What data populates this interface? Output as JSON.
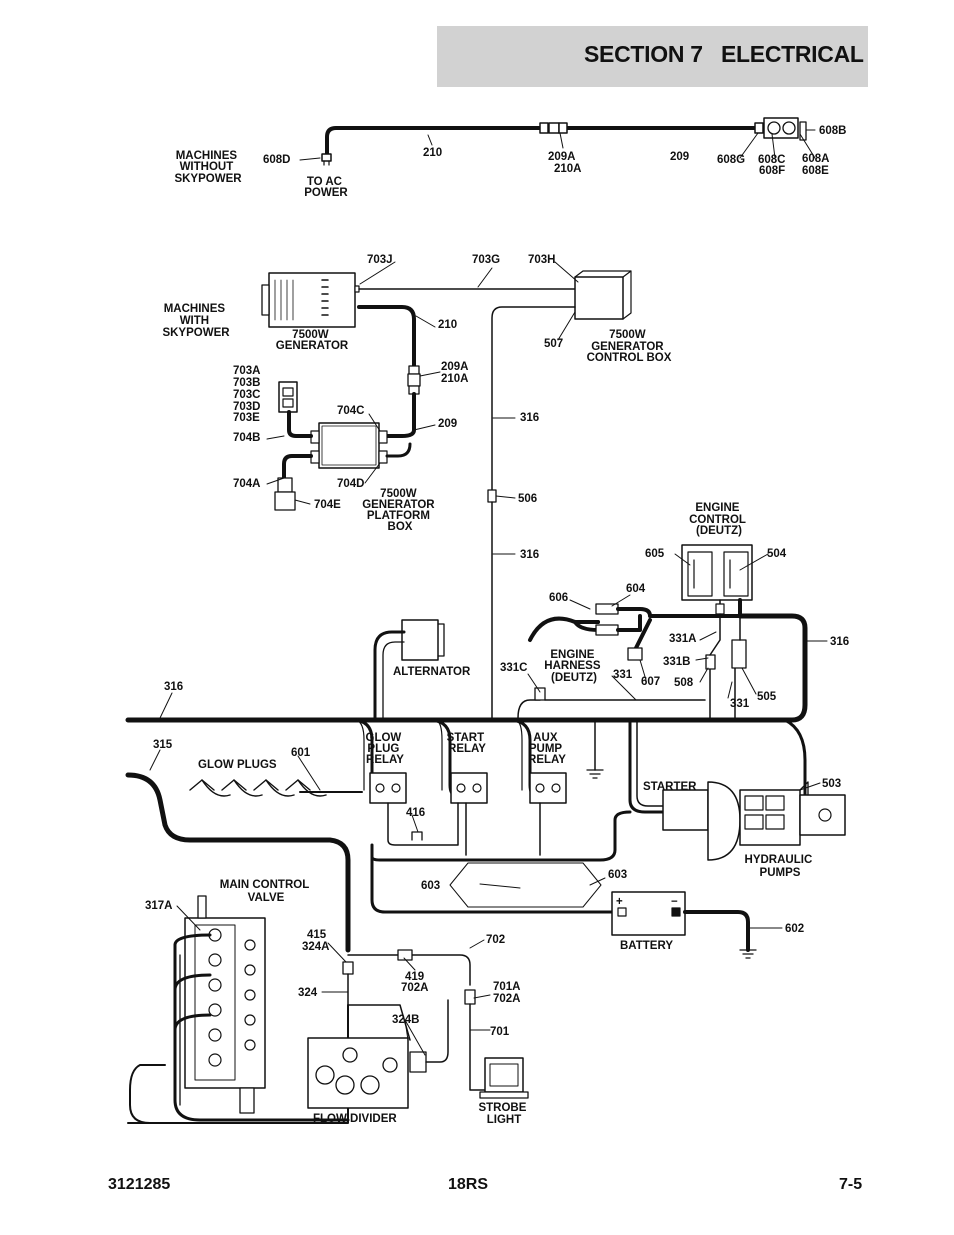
{
  "header": {
    "title": "SECTION 7   ELECTRICAL"
  },
  "labels": {
    "machines_without_skypower": [
      "MACHINES",
      "WITHOUT",
      "SKYPOWER"
    ],
    "to_ac_power": [
      "TO AC",
      "POWER"
    ],
    "machines_with_skypower": [
      "MACHINES",
      "WITH",
      "SKYPOWER"
    ],
    "generator": [
      "7500W",
      "GENERATOR"
    ],
    "generator_control_box": [
      "7500W",
      "GENERATOR",
      "CONTROL BOX"
    ],
    "generator_platform_box": [
      "7500W",
      "GENERATOR",
      "PLATFORM",
      "BOX"
    ],
    "engine_control": [
      "ENGINE",
      "CONTROL",
      "(DEUTZ)"
    ],
    "engine_harness": [
      "ENGINE",
      "HARNESS",
      "(DEUTZ)"
    ],
    "alternator": "ALTERNATOR",
    "glow_plug_relay": [
      "GLOW",
      "PLUG",
      "RELAY"
    ],
    "start_relay": [
      "START",
      "RELAY"
    ],
    "aux_pump_relay": [
      "AUX",
      "PUMP",
      "RELAY"
    ],
    "glow_plugs": "GLOW PLUGS",
    "starter": "STARTER",
    "hydraulic_pumps": [
      "HYDRAULIC",
      "PUMPS"
    ],
    "battery": "BATTERY",
    "main_control_valve": [
      "MAIN CONTROL",
      "VALVE"
    ],
    "flow_divider": "FLOW DIVIDER",
    "strobe_light": [
      "STROBE",
      "LIGHT"
    ],
    "battery_plus": "+",
    "battery_minus": "−"
  },
  "callouts": {
    "c608D": "608D",
    "c210_top": "210",
    "c209A_top": [
      "209A",
      "210A"
    ],
    "c209_top": "209",
    "c608G": "608G",
    "c608C": [
      "608C",
      "608F"
    ],
    "c608A": [
      "608A",
      "608E"
    ],
    "c608B": "608B",
    "c703J": "703J",
    "c703G": "703G",
    "c703H": "703H",
    "c507": "507",
    "c210_mid": "210",
    "c209A_mid": [
      "209A",
      "210A"
    ],
    "c209_mid": "209",
    "c703A": [
      "703A",
      "703B",
      "703C",
      "703D",
      "703E"
    ],
    "c704B": "704B",
    "c704C": "704C",
    "c704A": "704A",
    "c704D": "704D",
    "c704E": "704E",
    "c316_a": "316",
    "c506": "506",
    "c316_b": "316",
    "c316_right": "316",
    "c605": "605",
    "c504": "504",
    "c606": "606",
    "c604": "604",
    "c331A": "331A",
    "c331B": "331B",
    "c331C": "331C",
    "c331_a": "331",
    "c331_b": "331",
    "c607": "607",
    "c508": "508",
    "c505": "505",
    "c316_left": "316",
    "c315": "315",
    "c601": "601",
    "c416": "416",
    "c503": "503",
    "c603_left": "603",
    "c603_right": "603",
    "c602": "602",
    "c317A": "317A",
    "c415": [
      "415",
      "324A"
    ],
    "c419": [
      "419",
      "702A"
    ],
    "c702": "702",
    "c324": "324",
    "c324B": "324B",
    "c701A": [
      "701A",
      "702A"
    ],
    "c701": "701"
  },
  "footer": {
    "left": "3121285",
    "center": "18RS",
    "right": "7-5"
  }
}
